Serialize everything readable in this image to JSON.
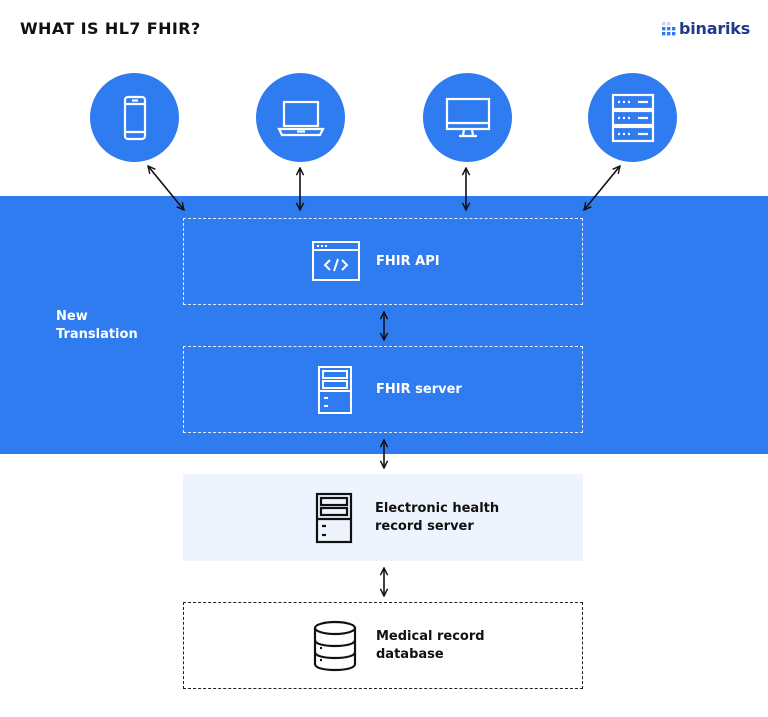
{
  "header": {
    "title": "WHAT IS HL7 FHIR?",
    "logo_text": "binariks"
  },
  "colors": {
    "accent": "#2f7bf0",
    "ehr_bg": "#eef4fe",
    "text_dark": "#111111",
    "logo": "#1f3a8a"
  },
  "clients": [
    {
      "icon": "smartphone-icon"
    },
    {
      "icon": "laptop-icon"
    },
    {
      "icon": "monitor-icon"
    },
    {
      "icon": "server-rack-icon"
    }
  ],
  "band": {
    "label_line1": "New",
    "label_line2": "Translation"
  },
  "nodes": {
    "fhir_api": {
      "label": "FHIR API",
      "icon": "code-window-icon"
    },
    "fhir_server": {
      "label": "FHIR server",
      "icon": "server-icon"
    },
    "ehr_server": {
      "label_line1": "Electronic health",
      "label_line2": "record server",
      "icon": "server-icon"
    },
    "database": {
      "label_line1": "Medical record",
      "label_line2": "database",
      "icon": "database-icon"
    }
  }
}
